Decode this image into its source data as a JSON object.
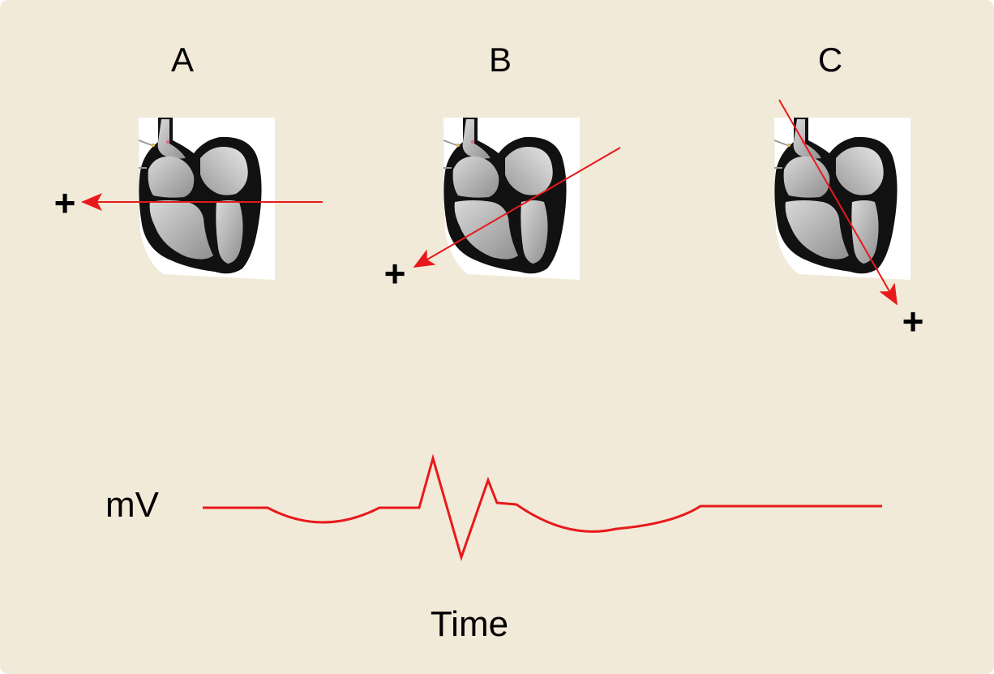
{
  "panels": [
    {
      "label": "A",
      "positive_label": "+"
    },
    {
      "label": "B",
      "positive_label": "+"
    },
    {
      "label": "C",
      "positive_label": "+"
    }
  ],
  "trace": {
    "y_label": "mV",
    "x_label": "Time"
  },
  "colors": {
    "background": "#f2ead8",
    "vector": "#e8191c",
    "trace": "#e8191c",
    "heart_outer": "#111111",
    "heart_chamber": "#b8b8b8",
    "card": "#ffffff"
  },
  "icons": {
    "heart": "heart-cross-section-icon",
    "vector": "vector-arrow-icon"
  }
}
